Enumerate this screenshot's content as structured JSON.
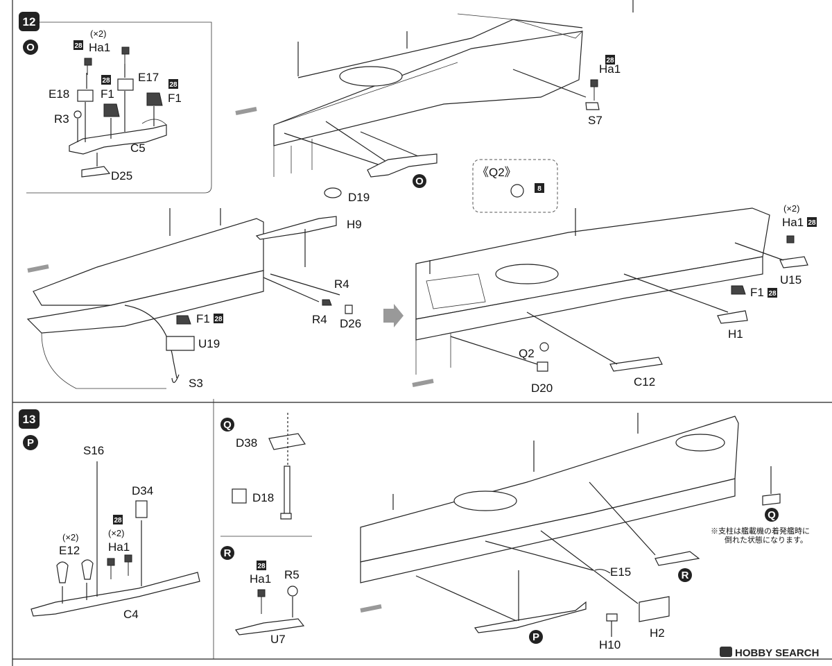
{
  "step12": {
    "number": "12",
    "subA": {
      "letter": "O",
      "parts": {
        "x2": "(×2)",
        "ha1": "Ha1",
        "e17": "E17",
        "e18": "E18",
        "f1a": "F1",
        "f1b": "F1",
        "r3": "R3",
        "c5": "C5",
        "d25": "D25"
      },
      "badges": [
        "28",
        "28",
        "28"
      ]
    },
    "top_right": {
      "ha1": "Ha1",
      "s7": "S7",
      "badge": "28",
      "assembly": "O"
    },
    "q2_box": {
      "label": "《Q2》",
      "badge": "8"
    },
    "mid_left": {
      "d19": "D19",
      "h9": "H9",
      "r4a": "R4",
      "r4b": "R4",
      "d26": "D26",
      "f1": "F1",
      "f1_badge": "28",
      "u19": "U19",
      "s3": "S3"
    },
    "mid_right": {
      "x2": "(×2)",
      "ha1": "Ha1",
      "ha1_badge": "28",
      "u15": "U15",
      "f1": "F1",
      "f1_badge": "28",
      "h1": "H1",
      "q2": "Q2",
      "d20": "D20",
      "c12": "C12"
    }
  },
  "step13": {
    "number": "13",
    "subP": {
      "letter": "P",
      "s16": "S16",
      "d34": "D34",
      "x2a": "(×2)",
      "x2b": "(×2)",
      "e12": "E12",
      "ha1": "Ha1",
      "badge": "28",
      "c4": "C4"
    },
    "subQ": {
      "letter": "Q",
      "d38": "D38",
      "d18": "D18"
    },
    "subR": {
      "letter": "R",
      "badge": "28",
      "ha1": "Ha1",
      "r5": "R5",
      "u7": "U7"
    },
    "right": {
      "e15": "E15",
      "r_marker": "R",
      "q_marker": "Q",
      "p_marker": "P",
      "h10": "H10",
      "h2": "H2",
      "note_line1": "※支柱は艦載機の着発艦時に",
      "note_line2": "倒れた状態になります。"
    }
  },
  "watermark": {
    "text": "HOBBY SEARCH"
  }
}
